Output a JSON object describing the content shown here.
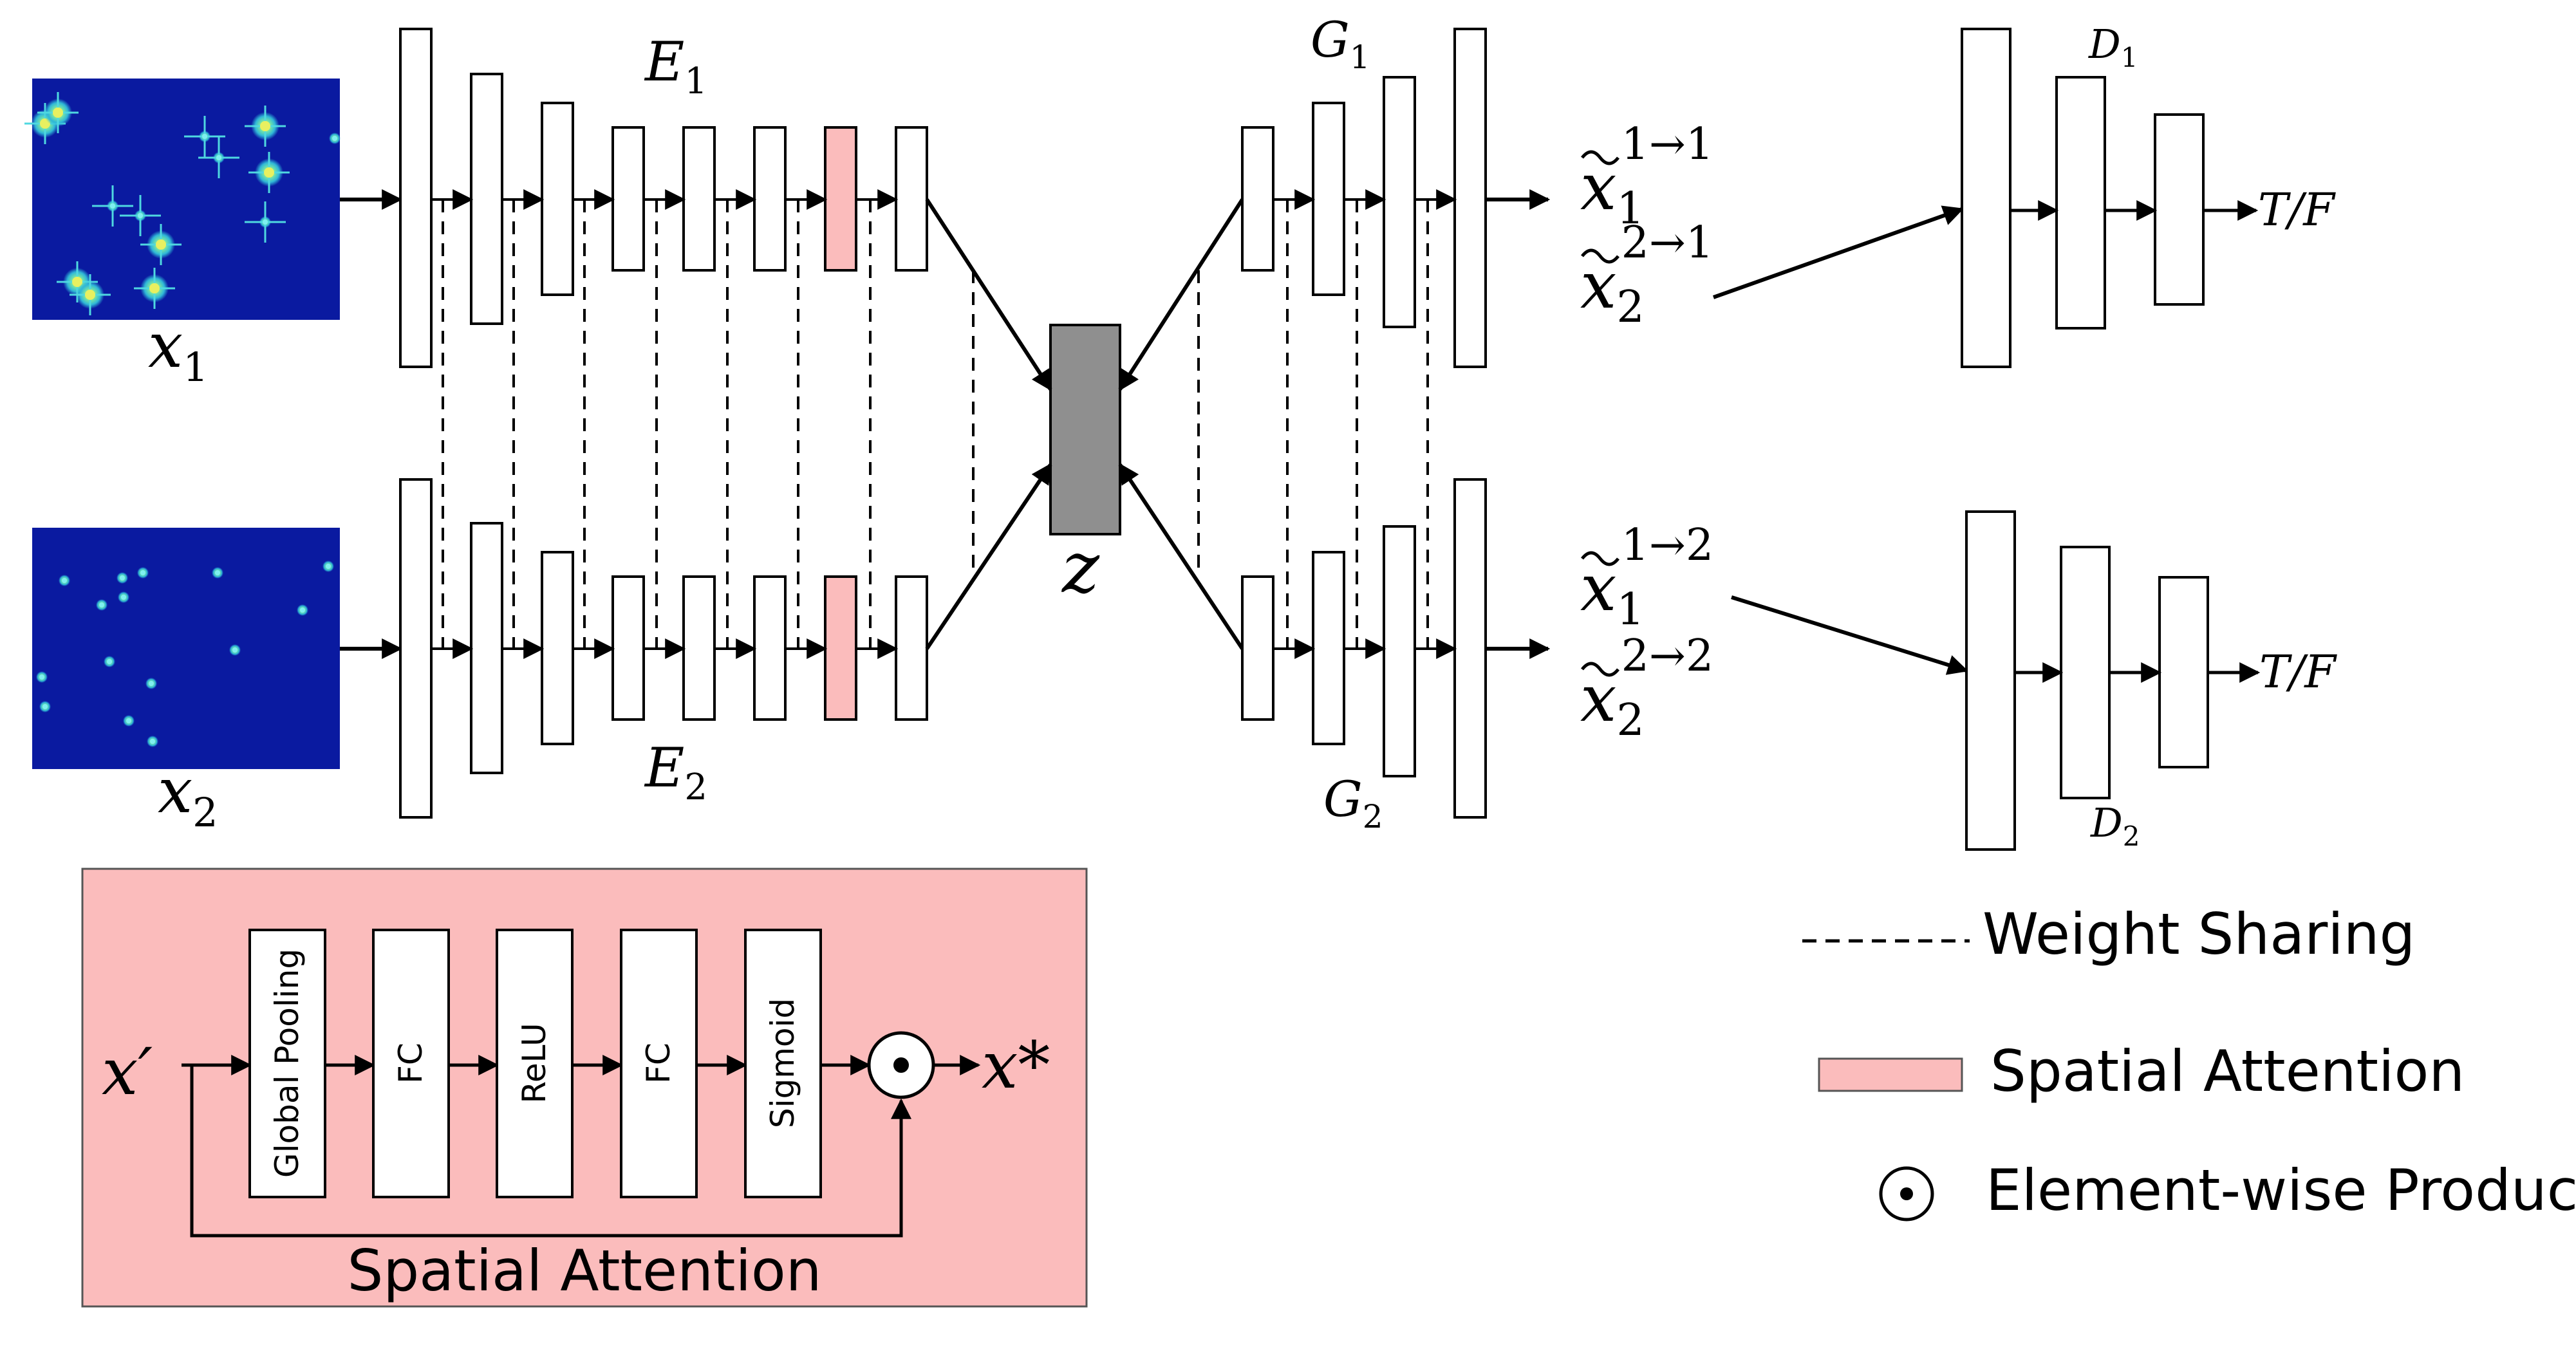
{
  "inputs": {
    "x1": {
      "base": "x",
      "sub": "1"
    },
    "x2": {
      "base": "x",
      "sub": "2"
    }
  },
  "encoders": {
    "e1": {
      "base": "E",
      "sub": "1"
    },
    "e2": {
      "base": "E",
      "sub": "2"
    }
  },
  "latent": {
    "label": "z"
  },
  "generators": {
    "g1": {
      "base": "G",
      "sub": "1"
    },
    "g2": {
      "base": "G",
      "sub": "2"
    }
  },
  "outputs": {
    "o11": {
      "sub": "1",
      "sup": "1→1"
    },
    "o21": {
      "sub": "2",
      "sup": "2→1"
    },
    "o12": {
      "sub": "1",
      "sup": "1→2"
    },
    "o22": {
      "sub": "2",
      "sup": "2→2"
    }
  },
  "discriminators": {
    "d1": {
      "base": "D",
      "sub": "1",
      "output": "T/F"
    },
    "d2": {
      "base": "D",
      "sub": "2",
      "output": "T/F"
    }
  },
  "attention": {
    "input": "x′",
    "output": "x*",
    "blocks": [
      "Global Pooling",
      "FC",
      "ReLU",
      "FC",
      "Sigmoid"
    ],
    "title": "Spatial Attention"
  },
  "legend": {
    "weight_sharing": "Weight Sharing",
    "spatial_attention": "Spatial Attention",
    "elementwise_product": "Element-wise Product"
  },
  "colors": {
    "attention_fill": "#fbbcbc",
    "latent_fill": "#8f8f8f",
    "map_background": "#0a1aa0",
    "star_core": "#e8f060",
    "star_glow": "#3fd0d8"
  }
}
